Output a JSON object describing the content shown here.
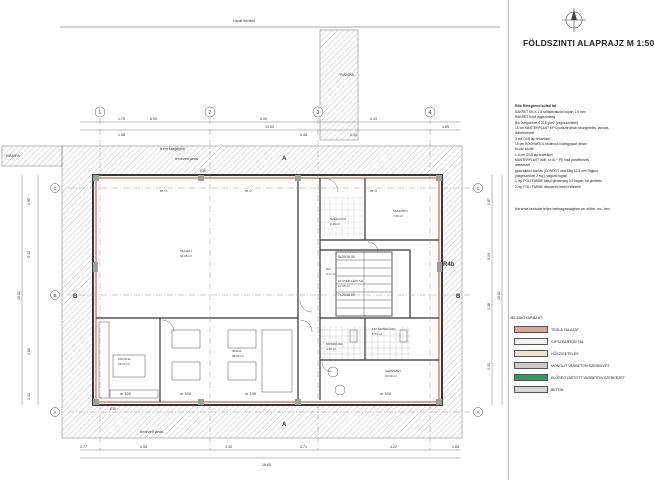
{
  "title": "FÖLDSZINTI ALAPRAJZ M 1:50",
  "street_label": "Utcai kerítés",
  "ramp_labels": [
    "RÁMPA",
    "RÁMPA"
  ],
  "axis_numbers": [
    "1",
    "2",
    "3",
    "4"
  ],
  "axis_letters": [
    "A",
    "B",
    "C"
  ],
  "section_marks": [
    "A",
    "A",
    "B",
    "B"
  ],
  "floor_label": "R4b",
  "top_dims": [
    "1.75",
    "6.90",
    "5.00",
    "4.43",
    "1.98",
    "5.48",
    "0.40",
    "13.60",
    "1.65"
  ],
  "bottom_dims": [
    "2.77",
    "4.55",
    "3.30",
    "3.71",
    "4.22",
    "1.65",
    "16.60"
  ],
  "left_dims": [
    "1.95",
    "5.42",
    "4.80",
    "1.42",
    "10.82"
  ],
  "right_dims": [
    "2.87",
    "3.19",
    "1.38",
    "2.31",
    "10.62"
  ],
  "room_labels": [
    {
      "name": "SZÉLFOGÓ",
      "detail": "3.10 m²"
    },
    {
      "name": "WC",
      "detail": "3.17 m²"
    },
    {
      "name": "TAKARÍTÓ",
      "detail": "7.09 m²"
    },
    {
      "name": "MŰHELY",
      "detail": "62.08 m²"
    },
    {
      "name": "ELŐTÉR-LÉPCSŐ",
      "detail": "10.15 m²"
    },
    {
      "name": "FFI. MOSDÓ-WC",
      "detail": "5.71 m²"
    },
    {
      "name": "MOSDÓ-WC",
      "detail": "4.33 m²"
    },
    {
      "name": "GÉPÉSZET",
      "detail": "10.43 m²"
    },
    {
      "name": "KONYHA",
      "detail": "16.32 m²"
    },
    {
      "name": "IRODA",
      "detail": "28.00 m²"
    }
  ],
  "misc_labels": [
    "6 cm szegélykő",
    "tervezett járda",
    "E10",
    "m 0",
    "m 100",
    "5x29/16.55",
    "7x29/16.55"
  ],
  "spec_title": "R4b Rétegrend külső fal",
  "spec_lines": [
    "SAKRET SK-K 1,5 szilikátvakolat kapart 1,5 mm",
    "SAKRET KAM ágyazóréteg",
    "Bio üvegszövet 0.215 g/m2 (vágószövettel)",
    "15 cm MASTERPLAST EPS polisztirolhab hőszigetelés, tárcsás",
    "dűbelezéssel",
    "3 cm OSB lap fészekkel",
    "15 cm ROCKWOOL Multirock kőzetgyapot lemez",
    "fa váz között",
    "1.5 cm OSB lap fészekkel",
    "MASTERPLAST Isofl. ex Al + PE fólia párafékezés,",
    "átfedéssel",
    "gipszkarton borítás (CONDOT vázr.Ωkg 12.5 mm Rigips)",
    "(kiegészítővel 2 rtg.) (vagánti fugás)",
    "1 rtg. POLI-FARBE belső glettanyag 0-5 kagan. fal glettelés",
    "2 rtg. POLI-FARBE diszperzív belső falfesték"
  ],
  "finish_note": "Kerámia burkolat teljes belmagasságban wc előtér, wc- ben.",
  "legend_title": "JELMAGYARÁZAT:",
  "legend": [
    {
      "label": "TÉGLA FALAZAT",
      "color": "#d9a79a"
    },
    {
      "label": "GIPSZKARTON FAL",
      "color": "#f2f2f2"
    },
    {
      "label": "HŐSZIGETELÉS",
      "color": "#f1e4cc"
    },
    {
      "label": "MONOLIT VASBETON SZERKEZET",
      "color": "#c9ccc9"
    },
    {
      "label": "ELŐREGYÁRTOTT VASBETON SZERKEZET",
      "color": "#2e9c5c"
    },
    {
      "label": "BETON",
      "color": "#d6d6d6"
    }
  ]
}
